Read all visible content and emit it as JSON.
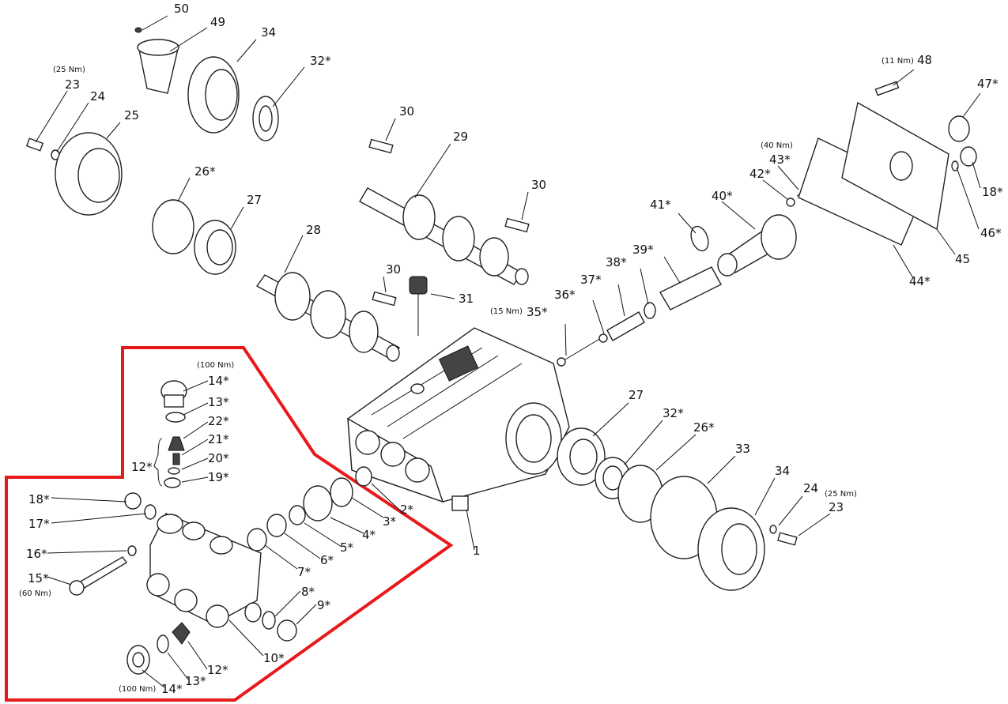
{
  "title": "Pump exploded parts diagram",
  "highlight_color": "#e8191a",
  "labels": {
    "p50": "50",
    "p49": "49",
    "p34a": "34",
    "p32a": "32*",
    "t23a": "(25 Nm)",
    "p23a": "23",
    "p24a": "24",
    "p25": "25",
    "p30a": "30",
    "p29": "29",
    "p30b": "30",
    "p26a": "26*",
    "p27a": "27",
    "p28": "28",
    "p30c": "30",
    "p31": "31",
    "t35": "(15 Nm)",
    "p35": "35*",
    "p36": "36*",
    "p37": "37*",
    "p38": "38*",
    "p39": "39*",
    "p41": "41*",
    "p40": "40*",
    "t43": "(40 Nm)",
    "p43": "43*",
    "p42": "42*",
    "t48": "(11 Nm)",
    "p48": "48",
    "p47": "47*",
    "p18b": "18*",
    "p46": "46*",
    "p45": "45",
    "p44": "44*",
    "t14a": "(100 Nm)",
    "p14a": "14*",
    "p13a": "13*",
    "p22": "22*",
    "p21": "21*",
    "p20": "20*",
    "p19": "19*",
    "p12a": "12*",
    "p18a": "18*",
    "p17": "17*",
    "p16": "16*",
    "p15": "15*",
    "t15": "(60 Nm)",
    "p2": "2*",
    "p3": "3*",
    "p4": "4*",
    "p5": "5*",
    "p6": "6*",
    "p7": "7*",
    "p8": "8*",
    "p9": "9*",
    "p10": "10*",
    "p12b": "12*",
    "p13b": "13*",
    "p14b": "14*",
    "t14b": "(100 Nm)",
    "p1": "1",
    "p27b": "27",
    "p32b": "32*",
    "p26b": "26*",
    "p33": "33",
    "p34b": "34",
    "p24b": "24",
    "t23b": "(25 Nm)",
    "p23b": "23"
  }
}
